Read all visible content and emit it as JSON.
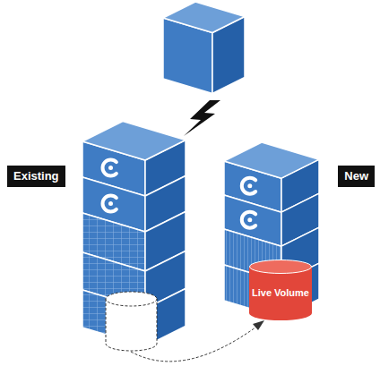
{
  "diagram": {
    "nodes": [
      {
        "text": [
          "Existing"
        ]
      },
      {
        "text": [
          "New"
        ]
      },
      {
        "text": [
          "Live Volume"
        ]
      }
    ]
  }
}
